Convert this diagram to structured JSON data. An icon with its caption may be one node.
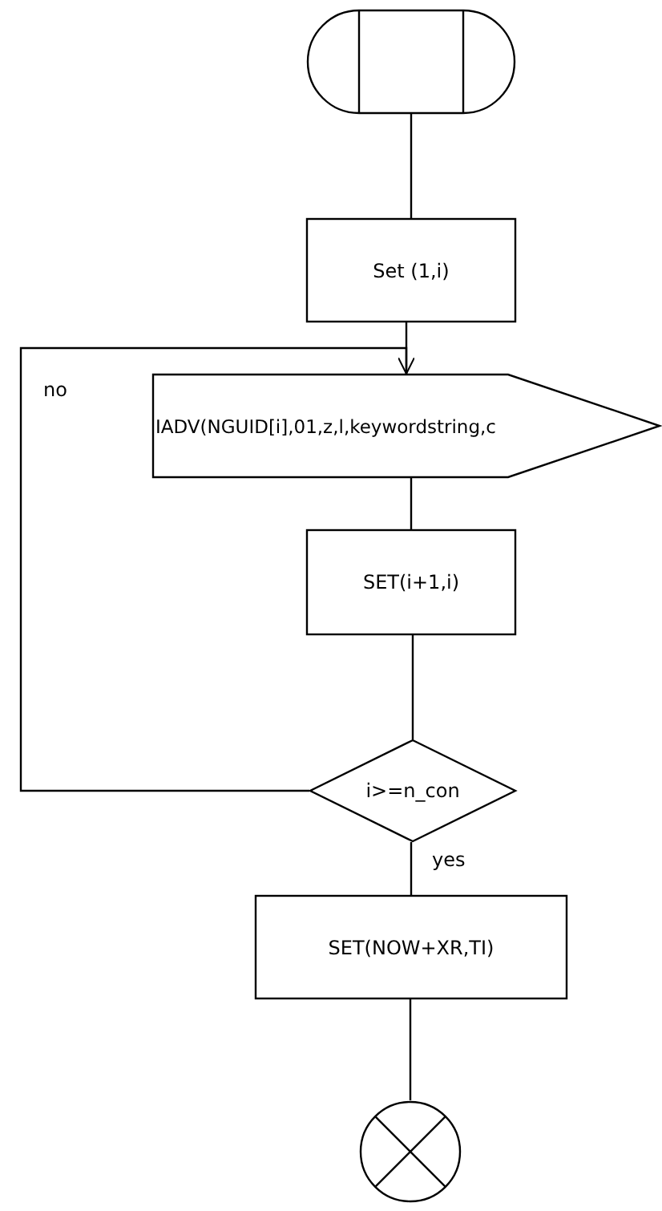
{
  "diagram": {
    "nodes": [
      {
        "text": [],
        "shape": "terminal"
      },
      {
        "text": [
          "Set (1,i)"
        ]
      },
      {
        "text": [
          "IADV(NGUID[i],01,z,l,keywordstring,c"
        ]
      },
      {
        "text": [
          "SET(i+1,i)"
        ]
      },
      {
        "text": [
          "i>=n_con"
        ]
      },
      {
        "text": [
          "SET(NOW+XR,TI)"
        ]
      },
      {
        "text": [],
        "shape": "circle"
      }
    ],
    "edges": [
      {
        "from": 0,
        "to": 1,
        "arrow": "none"
      },
      {
        "from": 1,
        "to": 2,
        "arrow": "none"
      },
      {
        "from": 2,
        "to": 3,
        "arrow": "none"
      },
      {
        "from": 3,
        "to": 4,
        "arrow": "none"
      },
      {
        "from": 4,
        "to": 2,
        "arrow": "to",
        "label": "no"
      },
      {
        "from": 4,
        "to": 5,
        "arrow": "none",
        "label": "yes"
      },
      {
        "from": 5,
        "to": 6,
        "arrow": "none"
      }
    ]
  }
}
